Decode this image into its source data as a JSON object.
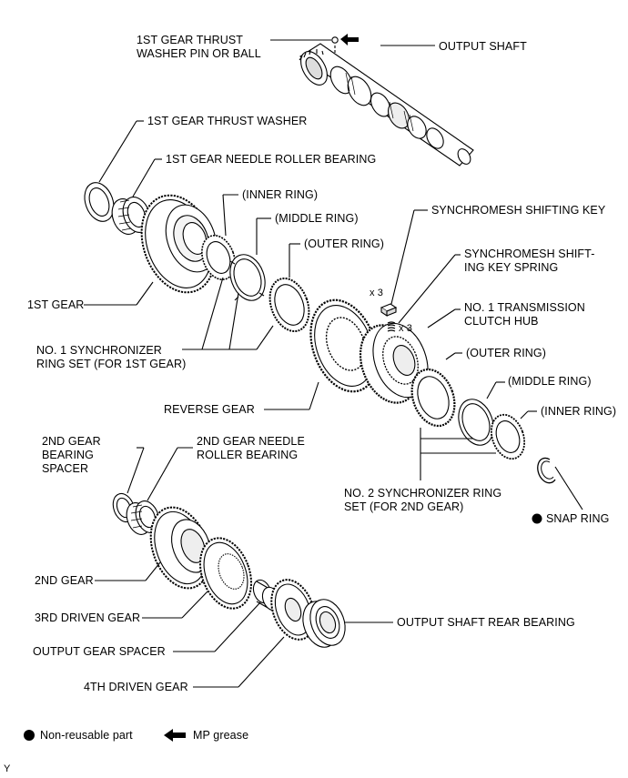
{
  "labels": {
    "thrust_washer_pin": "1ST GEAR THRUST\nWASHER PIN OR BALL",
    "output_shaft": "OUTPUT SHAFT",
    "thrust_washer": "1ST GEAR THRUST WASHER",
    "needle_bearing_1st": "1ST GEAR NEEDLE ROLLER BEARING",
    "inner_ring_1": "(INNER RING)",
    "middle_ring_1": "(MIDDLE RING)",
    "outer_ring_1": "(OUTER RING)",
    "shifting_key": "SYNCHROMESH SHIFTING KEY",
    "shifting_key_spring": "SYNCHROMESH SHIFT-\nING KEY SPRING",
    "qty_key": "x 3",
    "qty_spring": "x 3",
    "first_gear": "1ST GEAR",
    "clutch_hub": "NO. 1 TRANSMISSION\nCLUTCH HUB",
    "sync_ring_set_1": "NO. 1 SYNCHRONIZER\nRING SET (FOR 1ST GEAR)",
    "outer_ring_2": "(OUTER RING)",
    "middle_ring_2": "(MIDDLE RING)",
    "inner_ring_2": "(INNER RING)",
    "reverse_gear": "REVERSE GEAR",
    "bearing_spacer_2nd": "2ND GEAR\nBEARING\nSPACER",
    "needle_bearing_2nd": "2ND GEAR NEEDLE\nROLLER BEARING",
    "sync_ring_set_2": "NO. 2 SYNCHRONIZER RING\nSET (FOR 2ND GEAR)",
    "snap_ring": "SNAP RING",
    "second_gear": "2ND GEAR",
    "third_driven_gear": "3RD DRIVEN GEAR",
    "output_rear_bearing": "OUTPUT SHAFT REAR BEARING",
    "output_gear_spacer": "OUTPUT GEAR SPACER",
    "fourth_driven_gear": "4TH DRIVEN GEAR"
  },
  "legend": {
    "non_reusable": "Non-reusable part",
    "mp_grease": "MP grease"
  },
  "footer_mark": "Y"
}
